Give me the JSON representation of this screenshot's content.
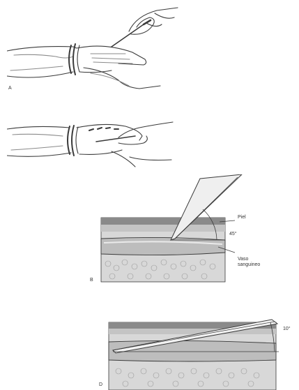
{
  "panels": {
    "a": {
      "letter": "A"
    },
    "b": {
      "letter": "B"
    },
    "d": {
      "letter": "D"
    }
  },
  "labels": {
    "skin": "Piel",
    "angle_b": "45°",
    "vessel_line1": "Vaso",
    "vessel_line2": "sanguineo",
    "angle_d": "10°"
  },
  "colors": {
    "ink": "#3a3a3a",
    "skin_band": "#8a8a8a",
    "tissue": "#d4d4d4",
    "vessel": "#b9b9b9"
  }
}
